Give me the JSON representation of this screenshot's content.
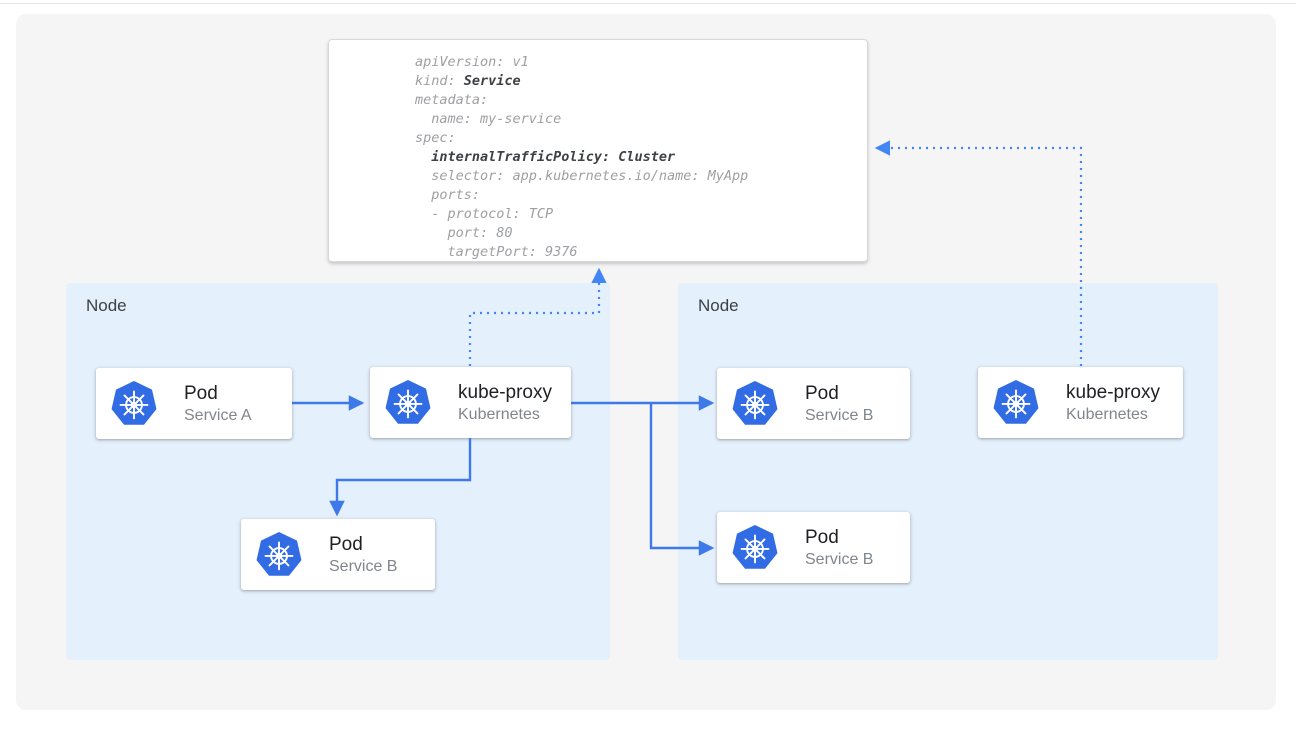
{
  "colors": {
    "arrow_blue": "#3d79e8",
    "dotted_blue": "#4285f4",
    "kubernetes_blue": "#326ce5",
    "node_background": "#e4f0fc",
    "code_text": "#9d9fa2",
    "code_bold_text": "#3f4245"
  },
  "yaml_panel": {
    "lines": [
      [
        {
          "t": "apiVersion: v1"
        }
      ],
      [
        {
          "t": "kind: "
        },
        {
          "t": "Service",
          "b": true
        }
      ],
      [
        {
          "t": "metadata:"
        }
      ],
      [
        {
          "t": "  name: my-service"
        }
      ],
      [
        {
          "t": "spec:"
        }
      ],
      [
        {
          "t": "  "
        },
        {
          "t": "internalTrafficPolicy: Cluster",
          "b": true
        }
      ],
      [
        {
          "t": "  selector: app.kubernetes.io/name: MyApp"
        }
      ],
      [
        {
          "t": "  ports:"
        }
      ],
      [
        {
          "t": "  - protocol: TCP"
        }
      ],
      [
        {
          "t": "    port: 80"
        }
      ],
      [
        {
          "t": "    targetPort: 9376"
        }
      ]
    ]
  },
  "nodes": [
    {
      "label": "Node"
    },
    {
      "label": "Node"
    }
  ],
  "cards": {
    "pod_a": {
      "icon": "kubernetes-icon",
      "title": "Pod",
      "subtitle": "Service A"
    },
    "kube_proxy_left": {
      "icon": "kubernetes-icon",
      "title": "kube-proxy",
      "subtitle": "Kubernetes"
    },
    "pod_b_left": {
      "icon": "kubernetes-icon",
      "title": "Pod",
      "subtitle": "Service B"
    },
    "pod_b_right_top": {
      "icon": "kubernetes-icon",
      "title": "Pod",
      "subtitle": "Service B"
    },
    "pod_b_right_bottom": {
      "icon": "kubernetes-icon",
      "title": "Pod",
      "subtitle": "Service B"
    },
    "kube_proxy_right": {
      "icon": "kubernetes-icon",
      "title": "kube-proxy",
      "subtitle": "Kubernetes"
    }
  }
}
